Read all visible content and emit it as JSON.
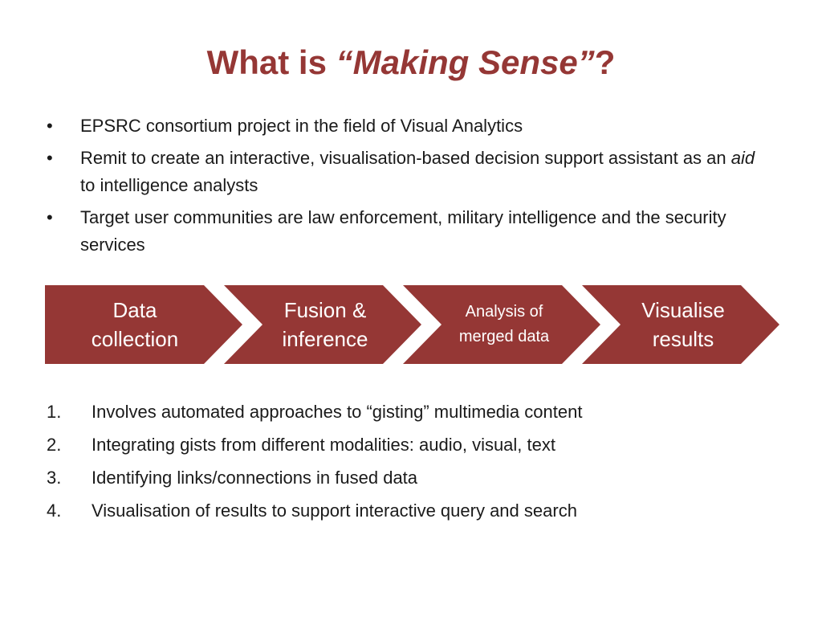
{
  "title": {
    "prefix": "What is ",
    "emphasis": "“Making Sense”",
    "suffix": "?",
    "color": "#953735"
  },
  "bullets": {
    "marker": "•",
    "items": [
      {
        "text": "EPSRC consortium project in the field of Visual Analytics"
      },
      {
        "before": "Remit to create an interactive, visualisation-based decision support assistant as an ",
        "emphasis": "aid",
        "after": " to intelligence analysts"
      },
      {
        "text": "Target user communities are law enforcement, military intelligence and the security services"
      }
    ]
  },
  "process": {
    "color": "#953735",
    "steps": [
      {
        "label": "Data collection"
      },
      {
        "label": "Fusion & inference"
      },
      {
        "label": "Analysis of merged data"
      },
      {
        "label": "Visualise results"
      }
    ]
  },
  "numbered": {
    "items": [
      {
        "num": "1.",
        "text": "Involves automated approaches to “gisting” multimedia content"
      },
      {
        "num": "2.",
        "text": "Integrating gists from different modalities: audio, visual, text"
      },
      {
        "num": "3.",
        "text": "Identifying links/connections in fused data"
      },
      {
        "num": "4.",
        "text": "Visualisation of  results to support interactive query and search"
      }
    ]
  }
}
